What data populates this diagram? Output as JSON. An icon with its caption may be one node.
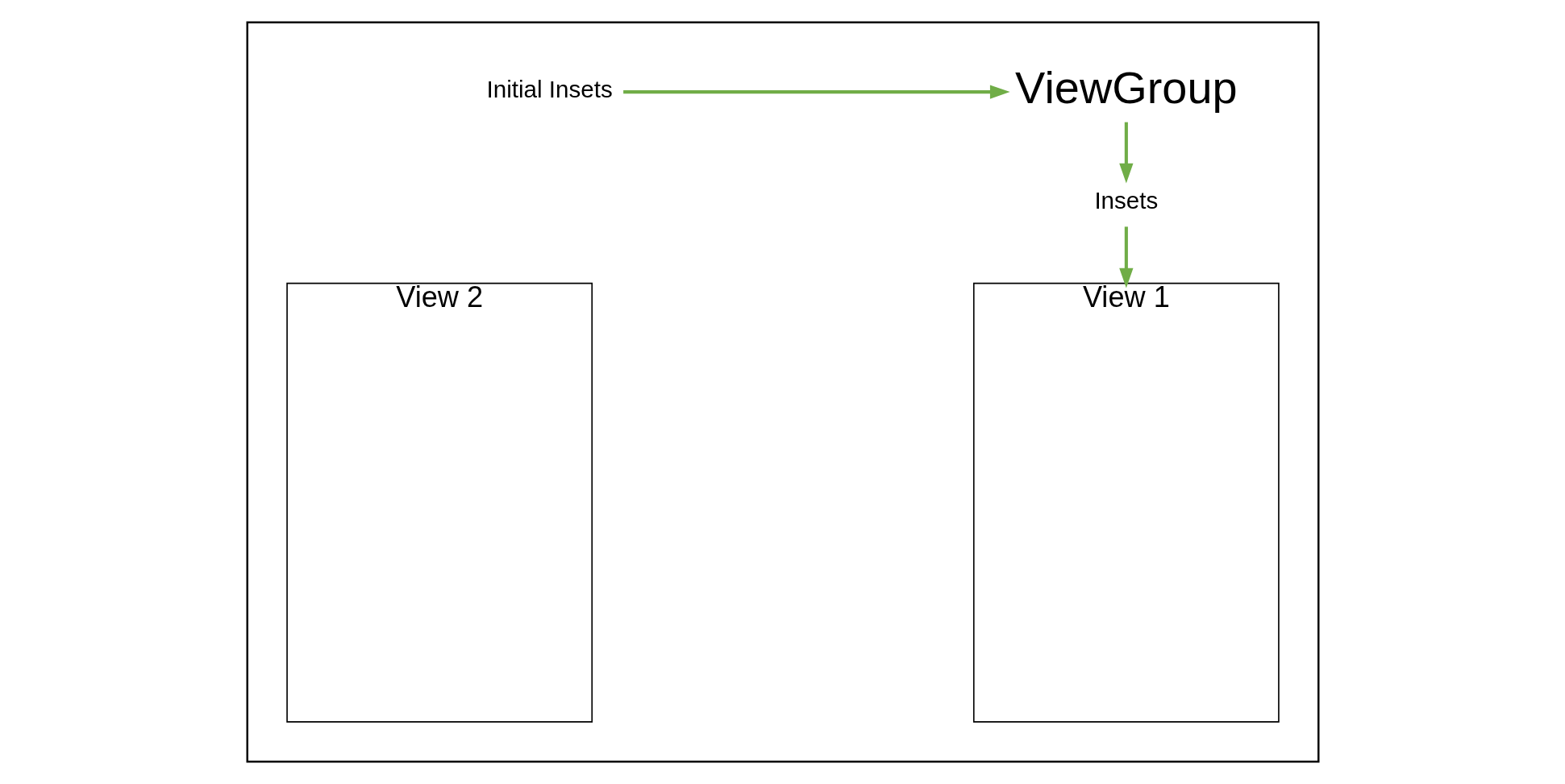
{
  "diagram": {
    "nodes": [
      {
        "text": [],
        "shape": "box"
      },
      {
        "text": [
          "Initial Insets"
        ],
        "in": 0
      },
      {
        "text": [
          "ViewGroup"
        ],
        "in": 0
      },
      {
        "text": [
          "Insets"
        ],
        "in": 0
      },
      {
        "text": [
          "View 1"
        ],
        "in": 0
      },
      {
        "text": [
          "View 2"
        ],
        "in": 0
      }
    ],
    "edges": [
      {
        "from": 1,
        "to": 2,
        "arrow": "to",
        "color": "#70ad47"
      },
      {
        "from": 2,
        "to": 3,
        "arrow": "to",
        "color": "#70ad47"
      },
      {
        "from": 3,
        "to": 4,
        "arrow": "to",
        "color": "#70ad47"
      }
    ]
  }
}
